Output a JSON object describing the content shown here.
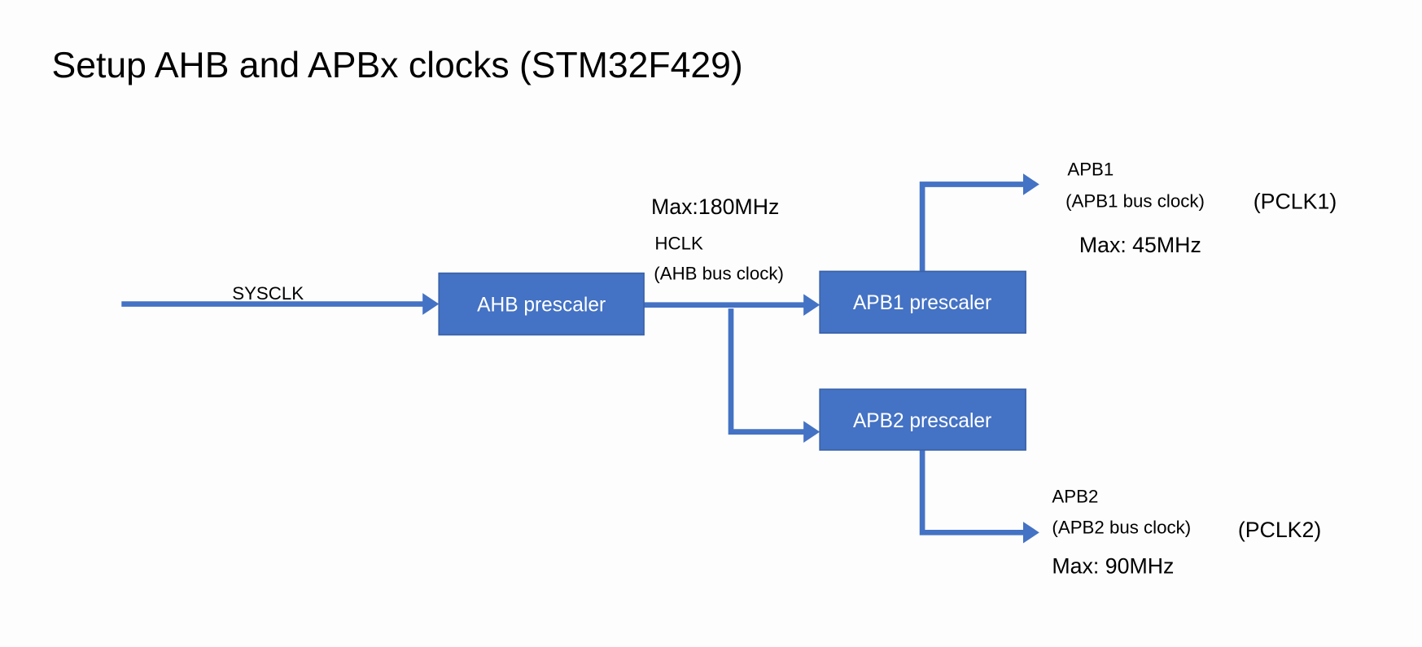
{
  "title": "Setup AHB and APBx clocks (STM32F429)",
  "colors": {
    "accent": "#4472C4",
    "background": "#fdfdfd"
  },
  "input": {
    "label": "SYSCLK"
  },
  "blocks": {
    "ahb": "AHB prescaler",
    "apb1": "APB1 prescaler",
    "apb2": "APB2 prescaler"
  },
  "hclk": {
    "max": "Max:180MHz",
    "name": "HCLK",
    "desc": "(AHB bus clock)"
  },
  "apb1_out": {
    "name": "APB1",
    "desc": "(APB1 bus clock)",
    "alias": "(PCLK1)",
    "max": "Max: 45MHz"
  },
  "apb2_out": {
    "name": "APB2",
    "desc": "(APB2 bus clock)",
    "alias": "(PCLK2)",
    "max": "Max: 90MHz"
  }
}
